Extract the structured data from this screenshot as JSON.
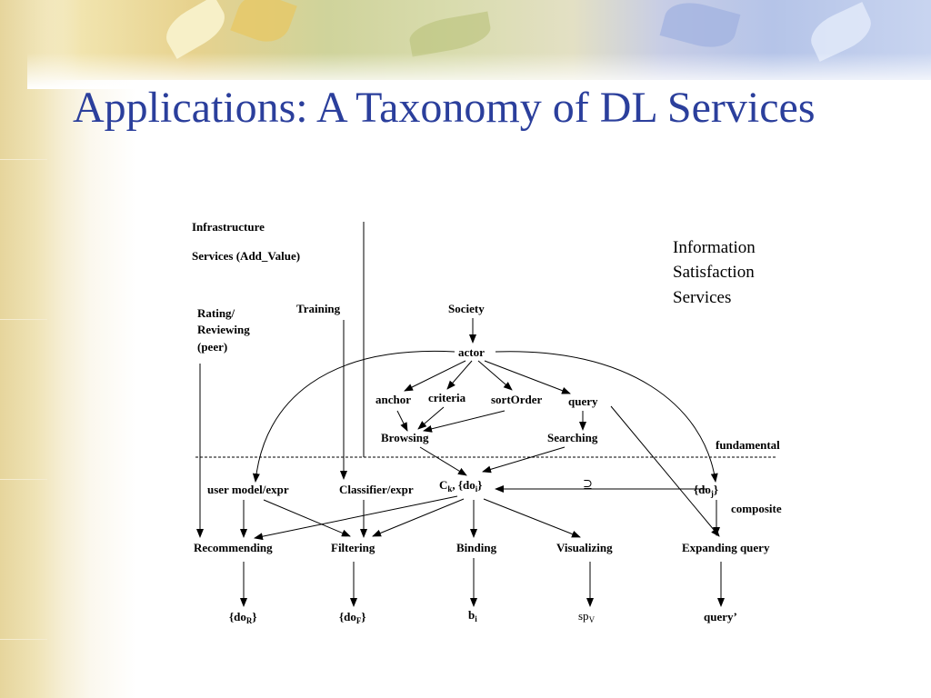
{
  "slide": {
    "title": "Applications: A Taxonomy of DL Services"
  },
  "diagram": {
    "infrastructure": [
      "Infrastructure",
      "Services (Add_Value)"
    ],
    "information_satisfaction": [
      "Information",
      "Satisfaction",
      "Services"
    ],
    "nodes": {
      "rating": [
        "Rating/",
        "Reviewing",
        "(peer)"
      ],
      "training": "Training",
      "society": "Society",
      "actor": "actor",
      "anchor": "anchor",
      "criteria": "criteria",
      "sort_order": "sortOrder",
      "query": "query",
      "browsing": "Browsing",
      "searching": "Searching",
      "fundamental": "fundamental",
      "user_model": "user model/expr",
      "classifier": "Classifier/expr",
      "ck_do": {
        "c": "C",
        "c_sub": "k",
        "sep": ", {do",
        "do_sub": "i",
        "close": "}"
      },
      "superset_symbol": "⊇",
      "do_j": {
        "open": "{do",
        "sub": "j",
        "close": "}"
      },
      "composite": "composite",
      "recommending": "Recommending",
      "filtering": "Filtering",
      "binding": "Binding",
      "visualizing": "Visualizing",
      "expanding_query": "Expanding query",
      "do_r": {
        "open": "{do",
        "sub": "R",
        "close": "}"
      },
      "do_f": {
        "open": "{do",
        "sub": "F",
        "close": "}"
      },
      "b_i": {
        "base": "b",
        "sub": "i"
      },
      "sp_v": {
        "base": "sp",
        "sub": "V"
      },
      "query_prime": "query’"
    }
  }
}
